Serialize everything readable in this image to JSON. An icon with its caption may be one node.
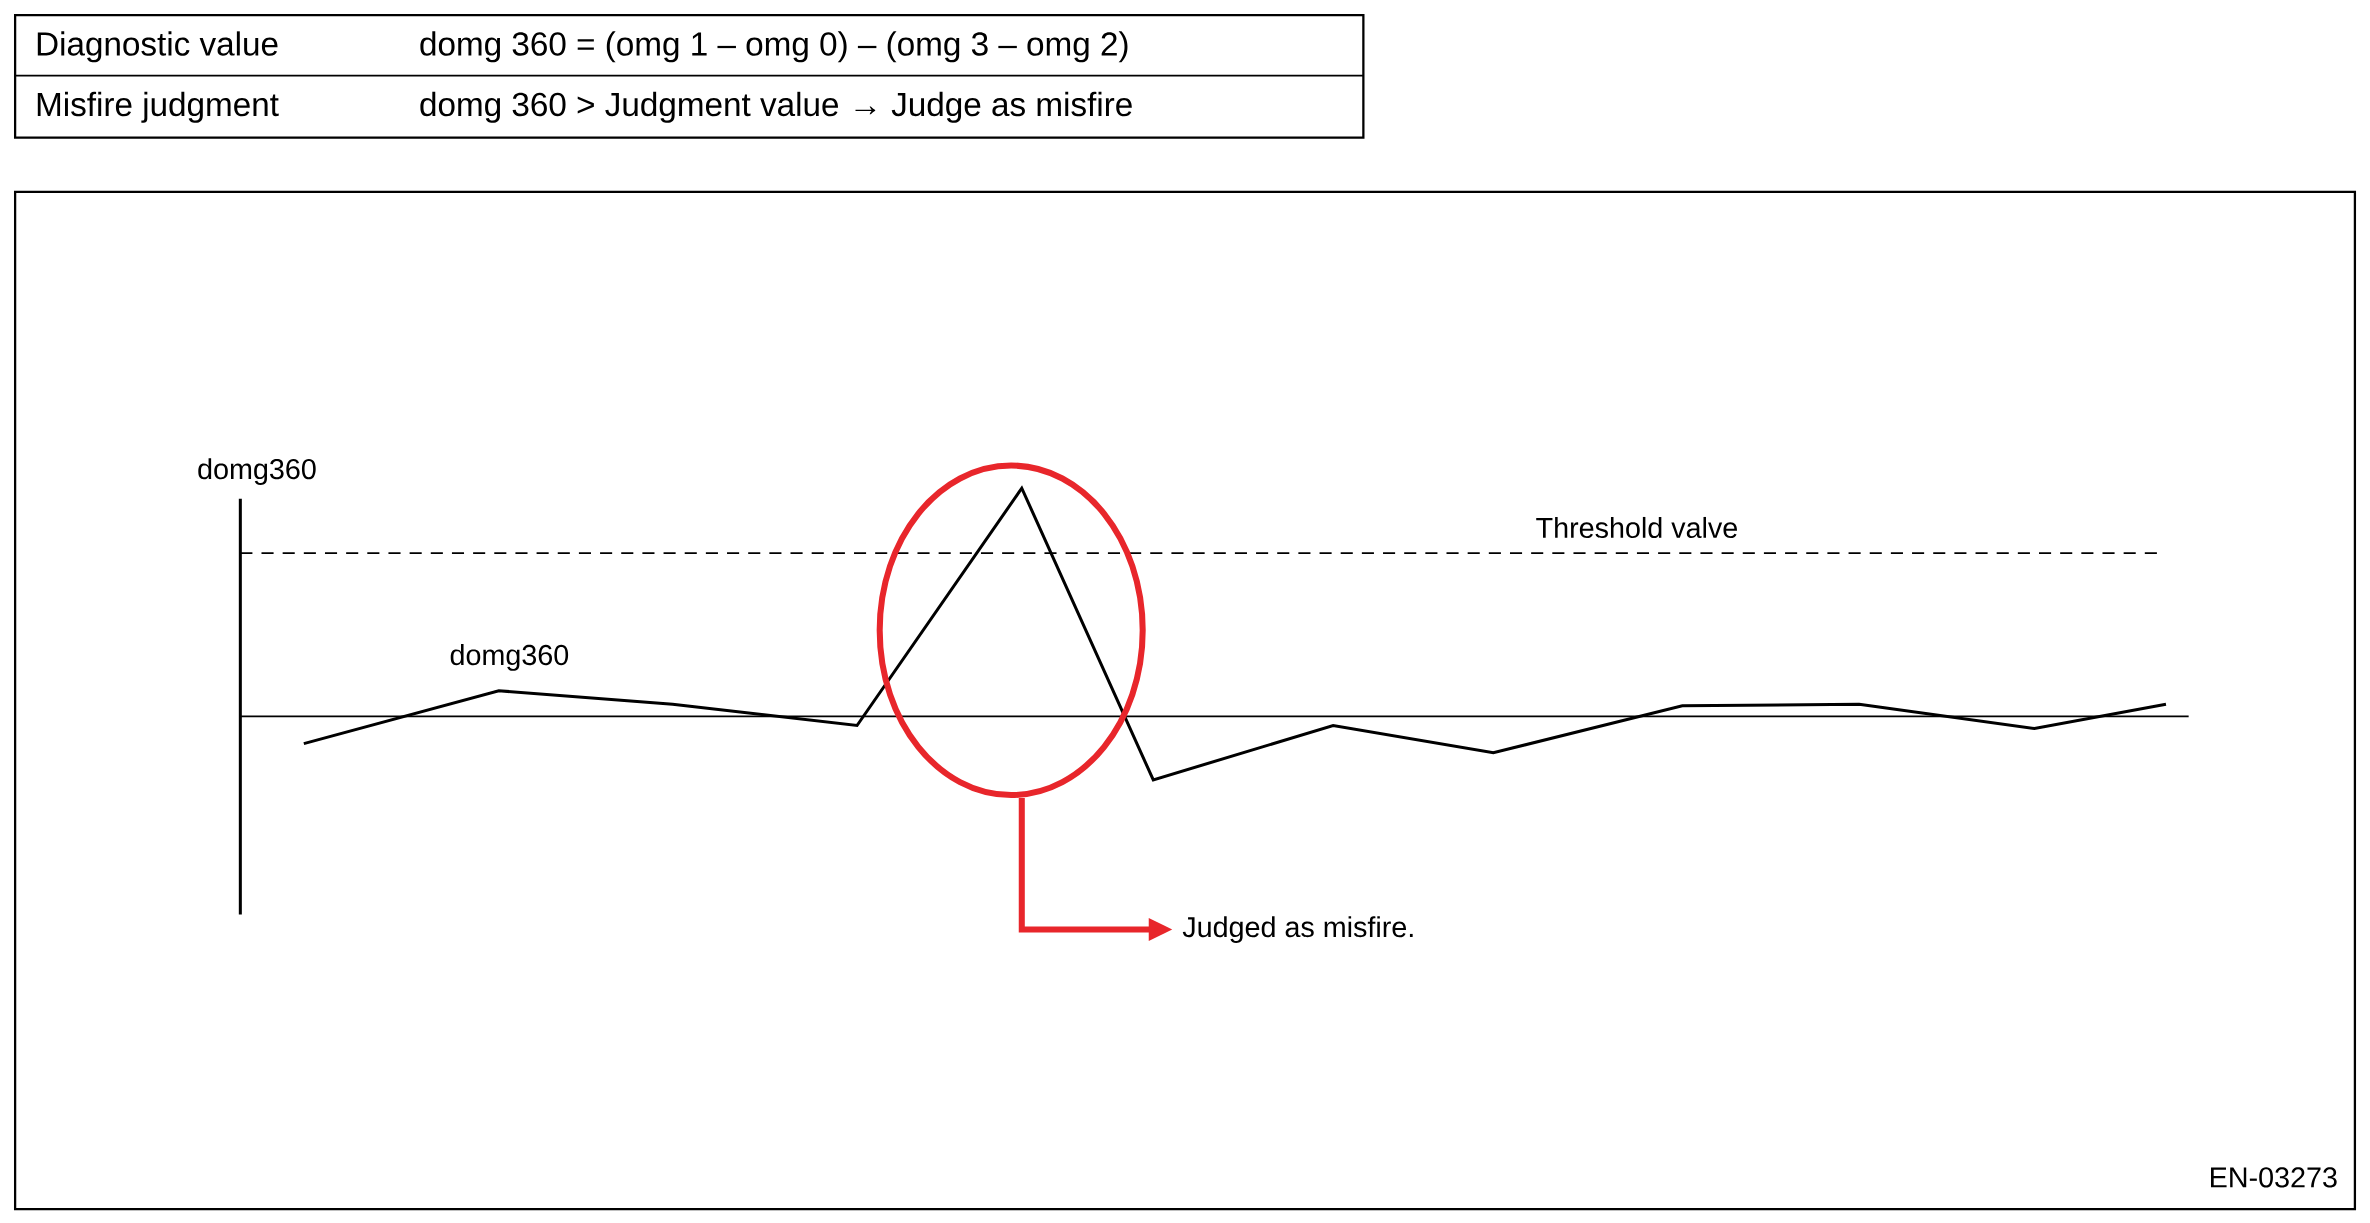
{
  "diagram": {
    "nodes": [
      {
        "text": [],
        "shape": "circle"
      },
      {
        "text": [
          "Judged as misfire."
        ]
      }
    ],
    "edges": [
      {
        "from": 0,
        "to": 1,
        "arrow": "to"
      }
    ],
    "labels": [
      "Diagnostic value",
      "domg 360 = (omg 1 – omg 0) – (omg 3 – omg 2)",
      "Misfire judgment",
      "domg 360 > Judgment value → Judge as misfire",
      "domg360",
      "Threshold valve",
      "domg360",
      "EN-03273"
    ]
  }
}
